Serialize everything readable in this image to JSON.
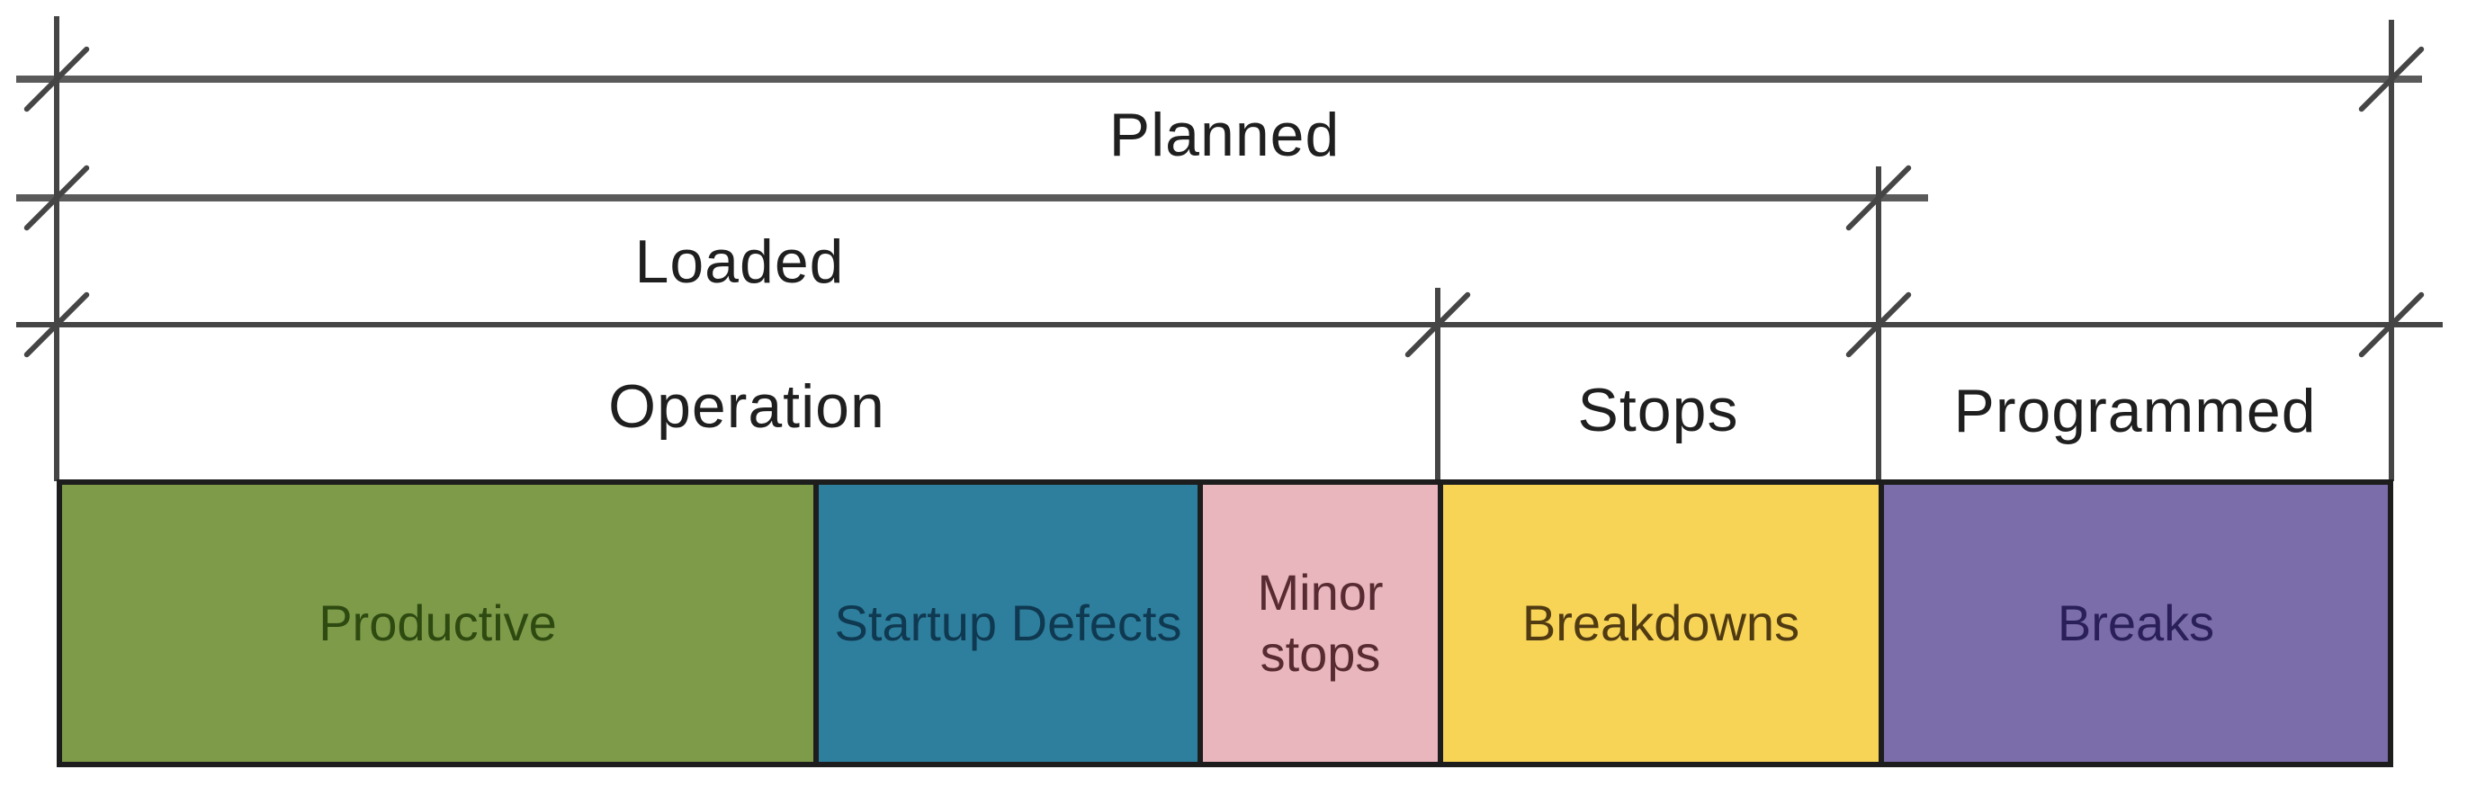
{
  "diagram": {
    "title_semantics": "Equipment time structure diagram",
    "background_color": "#ffffff",
    "line_color": "#5a5a5a",
    "label_color": "#1f1f1f",
    "dimension_rows": [
      {
        "id": "planned",
        "label": "Planned"
      },
      {
        "id": "loaded",
        "label": "Loaded"
      }
    ],
    "category_labels": [
      {
        "id": "operation",
        "label": "Operation"
      },
      {
        "id": "stops",
        "label": "Stops"
      },
      {
        "id": "programmed",
        "label": "Programmed"
      }
    ],
    "bars": [
      {
        "id": "productive",
        "label": "Productive",
        "color": "#7d9b49",
        "text_color": "#2e4a10"
      },
      {
        "id": "startup-defects",
        "label": "Startup Defects",
        "color": "#2e7f9e",
        "text_color": "#0f3951"
      },
      {
        "id": "minor-stops",
        "label": "Minor stops",
        "color": "#e8b6bc",
        "text_color": "#572b31"
      },
      {
        "id": "breakdowns",
        "label": "Breakdowns",
        "color": "#f7d456",
        "text_color": "#4f3a12"
      },
      {
        "id": "breaks",
        "label": "Breaks",
        "color": "#7b6caa",
        "text_color": "#2a1f58"
      }
    ]
  }
}
